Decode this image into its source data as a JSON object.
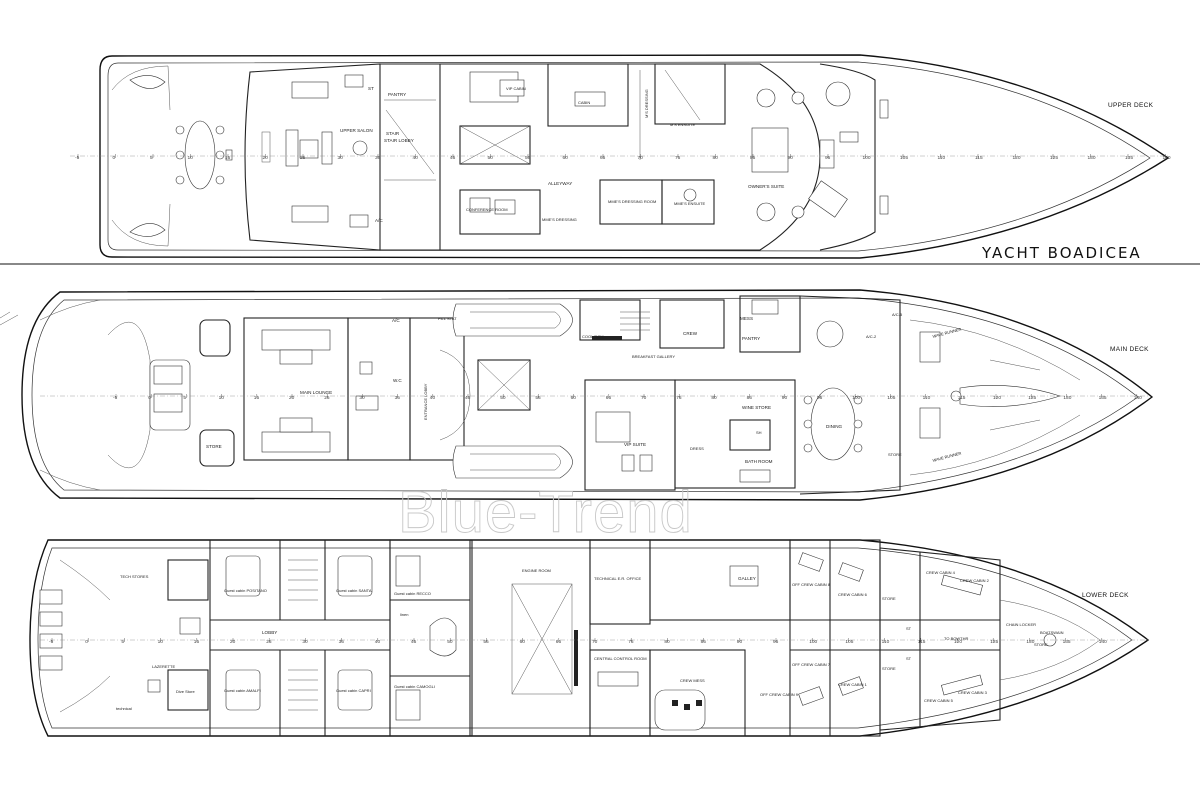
{
  "title": "YACHT BOADICEA",
  "watermark": "Blue-Trend",
  "decks": {
    "upper": {
      "name": "UPPER DECK",
      "rooms": {
        "upper_salon": "UPPER SALON",
        "stair_lobby": "STAIR LOBBY",
        "pantry": "PANTRY",
        "st": "ST",
        "ac": "A/C",
        "vip_cabin": "VIP CABIN",
        "cabin": "CABIN",
        "ms_dressing": "M'S DRESSING",
        "ms_ensuite": "M'S ENSUITE",
        "alleyway": "ALLEYWAY",
        "conference_room": "CONFERENCE ROOM",
        "mmes_dressing": "MME'S DRESSING",
        "mmes_dressing_room": "MME'S DRESSING ROOM",
        "mmes_ensuite": "MME'S ENSUITE",
        "owners_suite": "OWNER'S SUITE"
      },
      "ticks": [
        "-5",
        "0",
        "5",
        "10",
        "15",
        "20",
        "25",
        "30",
        "35",
        "40",
        "45",
        "50",
        "55",
        "60",
        "65",
        "70",
        "75",
        "80",
        "85",
        "90",
        "95",
        "100",
        "105",
        "110",
        "115",
        "120",
        "125",
        "130",
        "135",
        "140"
      ]
    },
    "main": {
      "name": "MAIN DECK",
      "rooms": {
        "main_lounge": "MAIN LOUNGE",
        "store": "STORE",
        "wc": "W.C",
        "entrance_lobby": "ENTRANCE LOBBY",
        "ac": "A/C",
        "fill_stat": "FILL STAT",
        "cool_rom": "COOL ROM",
        "breakfast_gallery": "BREAKFAST GALLERY",
        "crew": "CREW",
        "mess": "MESS",
        "pantry": "PANTRY",
        "vip_suite": "VIP SUITE",
        "dress": "DRESS",
        "wine_store": "WINE STORE",
        "sh": "SH",
        "bath_room": "BATH ROOM",
        "dining": "DINING",
        "ac2": "A/C-2",
        "ac5": "A/C-5",
        "store_fwd": "STORE",
        "wave_runner": "WAVE RUNNER"
      },
      "ticks": [
        "-5",
        "0",
        "5",
        "10",
        "15",
        "20",
        "25",
        "30",
        "35",
        "40",
        "45",
        "50",
        "55",
        "60",
        "65",
        "70",
        "75",
        "80",
        "85",
        "90",
        "95",
        "100",
        "105",
        "110",
        "115",
        "120",
        "125",
        "130",
        "135",
        "140"
      ]
    },
    "lower": {
      "name": "LOWER DECK",
      "rooms": {
        "tech_stores": "TECH STORES",
        "lazerette": "LAZERETTE",
        "dive_store": "Dive Store",
        "technical": "technical",
        "lobby": "LOBBY",
        "guest_cabin_positano": "Guest cabin POSITANO",
        "guest_cabin_santa": "Guest cabin SANTA",
        "guest_cabin_recco": "Guest cabin RECCO",
        "guest_cabin_amalfi": "Guest cabin AMALFI",
        "guest_cabin_capri": "Guest cabin CAPRI",
        "guest_cabin_camogli": "Guest cabin CAMOGLI",
        "linen": "linen",
        "engine_room": "ENGINE ROOM",
        "technical_er_office": "TECHNICAL E.R. OFFICE",
        "central_control_room": "CENTRAL CONTROL ROOM",
        "crew_mess": "CREW MESS",
        "galley": "GALLEY",
        "off_crew_cabin_8": "OFF CREW CABIN 8",
        "off_crew_cabin_9": "OFF CREW CABIN 9",
        "off_crew_cabin_7": "OFF CREW CABIN 7",
        "crew_cabin_6": "CREW CABIN 6",
        "crew_cabin_4": "CREW CABIN 4",
        "crew_cabin_2": "CREW CABIN 2",
        "crew_cabin_5": "CREW CABIN 5",
        "crew_cabin_3": "CREW CABIN 3",
        "crew_cabin_1": "CREW CABIN 1",
        "store": "STORE",
        "store2": "STORE",
        "st1": "ST",
        "st2": "ST",
        "to_bowthr": "TO BOWTHR",
        "chain_locker": "CHAIN LOCKER",
        "boatswain": "BOATSWAIN",
        "store_fwd": "STORE"
      },
      "ticks": [
        "-5",
        "0",
        "5",
        "10",
        "15",
        "20",
        "25",
        "30",
        "35",
        "40",
        "45",
        "50",
        "55",
        "60",
        "65",
        "70",
        "75",
        "80",
        "85",
        "90",
        "95",
        "100",
        "105",
        "110",
        "115",
        "120",
        "125",
        "130",
        "135",
        "140"
      ]
    }
  }
}
